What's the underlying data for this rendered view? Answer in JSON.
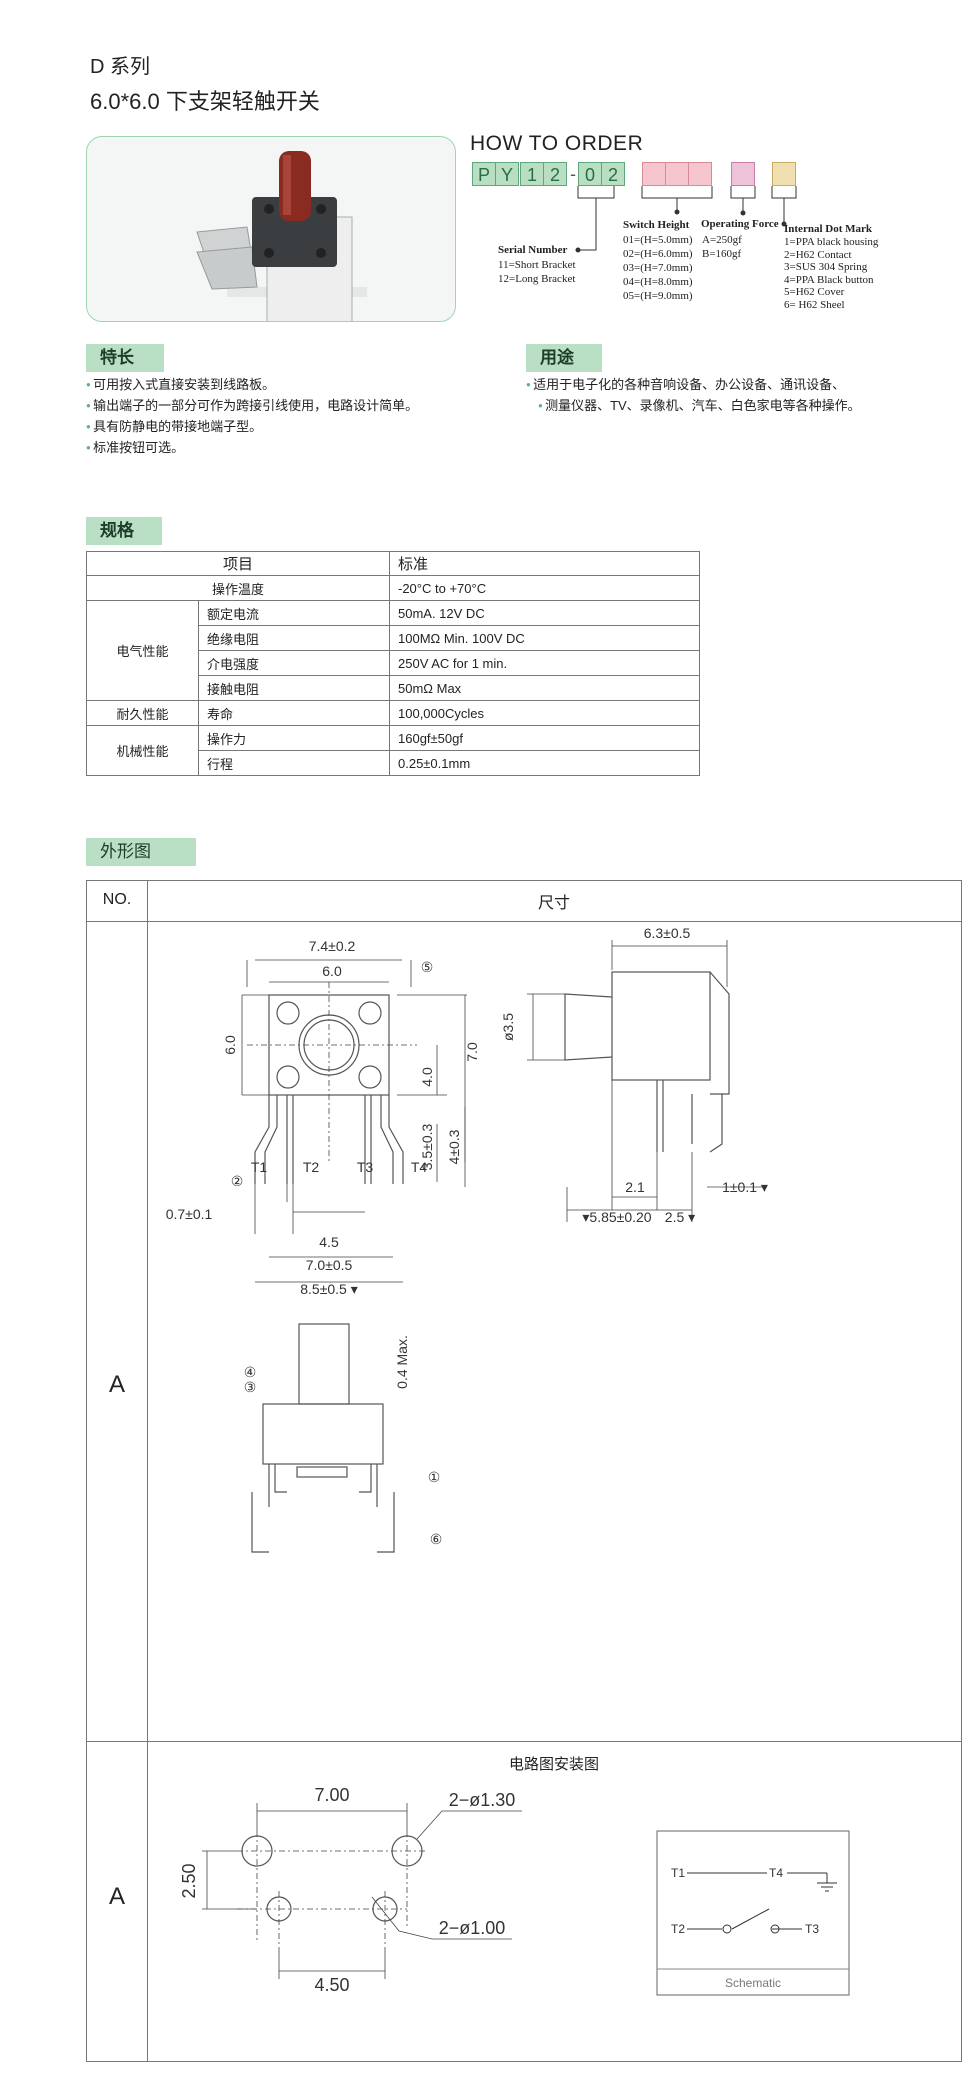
{
  "header": {
    "series": "D 系列",
    "title": "6.0*6.0 下支架轻触开关"
  },
  "order": {
    "title": "HOW TO ORDER",
    "code": [
      "P",
      "Y",
      "1",
      "2",
      "0",
      "2"
    ],
    "dash": "-",
    "serial": {
      "title": "Serial Number",
      "items": "11=Short Bracket\n12=Long Bracket"
    },
    "height": {
      "title": "Switch Height",
      "items": "01=(H=5.0mm)\n02=(H=6.0mm)\n03=(H=7.0mm)\n04=(H=8.0mm)\n05=(H=9.0mm)"
    },
    "force": {
      "title": "Operating Force",
      "items": "A=250gf\nB=160gf"
    },
    "dot": {
      "title": "Internal Dot Mark",
      "items": "1=PPA black housing\n2=H62 Contact\n3=SUS 304 Spring\n4=PPA Black button\n5=H62 Cover\n6= H62 Sheel"
    }
  },
  "features": {
    "tag": "特长",
    "items": [
      "可用按入式直接安装到线路板。",
      "输出端子的一部分可作为跨接引线使用，电路设计简单。",
      "具有防静电的带接地端子型。",
      "标准按钮可选。"
    ]
  },
  "usage": {
    "tag": "用途",
    "items": [
      "适用于电子化的各种音响设备、办公设备、通讯设备、",
      "测量仪器、TV、录像机、汽车、白色家电等各种操作。"
    ]
  },
  "spec": {
    "tag": "规格",
    "header": [
      "项目",
      "标准"
    ],
    "rows": {
      "temp": {
        "label": "操作温度",
        "value": "-20°C to +70°C"
      },
      "elec": "电气性能",
      "rated": {
        "label": "额定电流",
        "value": "50mA. 12V DC"
      },
      "insul": {
        "label": "绝缘电阻",
        "value": "100MΩ Min. 100V DC"
      },
      "diel": {
        "label": "介电强度",
        "value": "250V AC for 1 min."
      },
      "contact": {
        "label": "接触电阻",
        "value": "50mΩ Max"
      },
      "durab": "耐久性能",
      "life": {
        "label": "寿命",
        "value": "100,000Cycles"
      },
      "mech": "机械性能",
      "force": {
        "label": "操作力",
        "value": "160gf±50gf"
      },
      "travel": {
        "label": "行程",
        "value": "0.25±0.1mm"
      }
    }
  },
  "outline": {
    "tag": "外形图",
    "col_no": "NO.",
    "col_size": "尺寸",
    "row1": "A",
    "row2": "A",
    "dims": {
      "d74": "7.4±0.2",
      "d60t": "6.0",
      "d60l": "6.0",
      "d70": "7.0",
      "d40": "4.0",
      "d35": "3.5±0.3",
      "d4": "4±0.3",
      "d07": "0.7±0.1",
      "d45": "4.5",
      "d70b": "7.0±0.5",
      "d85": "8.5±0.5 ▾",
      "d63": "6.3±0.5",
      "d35d": "ø3.5",
      "d21": "2.1",
      "d1": "1±0.1 ▾",
      "d585": "▾5.85±0.20",
      "d25": "2.5 ▾",
      "d04": "0.4 Max.",
      "t1": "T1",
      "t2": "T2",
      "t3": "T3",
      "t4": "T4"
    },
    "markers": [
      "①",
      "②",
      "③",
      "④",
      "⑤",
      "⑥"
    ],
    "pcb": {
      "title": "电路图安装图",
      "d700": "7.00",
      "d130": "2−ø1.30",
      "d250": "2.50",
      "d100": "2−ø1.00",
      "d450": "4.50"
    },
    "schem": {
      "t1": "T1",
      "t4": "T4",
      "t2": "T2",
      "t3": "T3",
      "caption": "Schematic"
    }
  }
}
